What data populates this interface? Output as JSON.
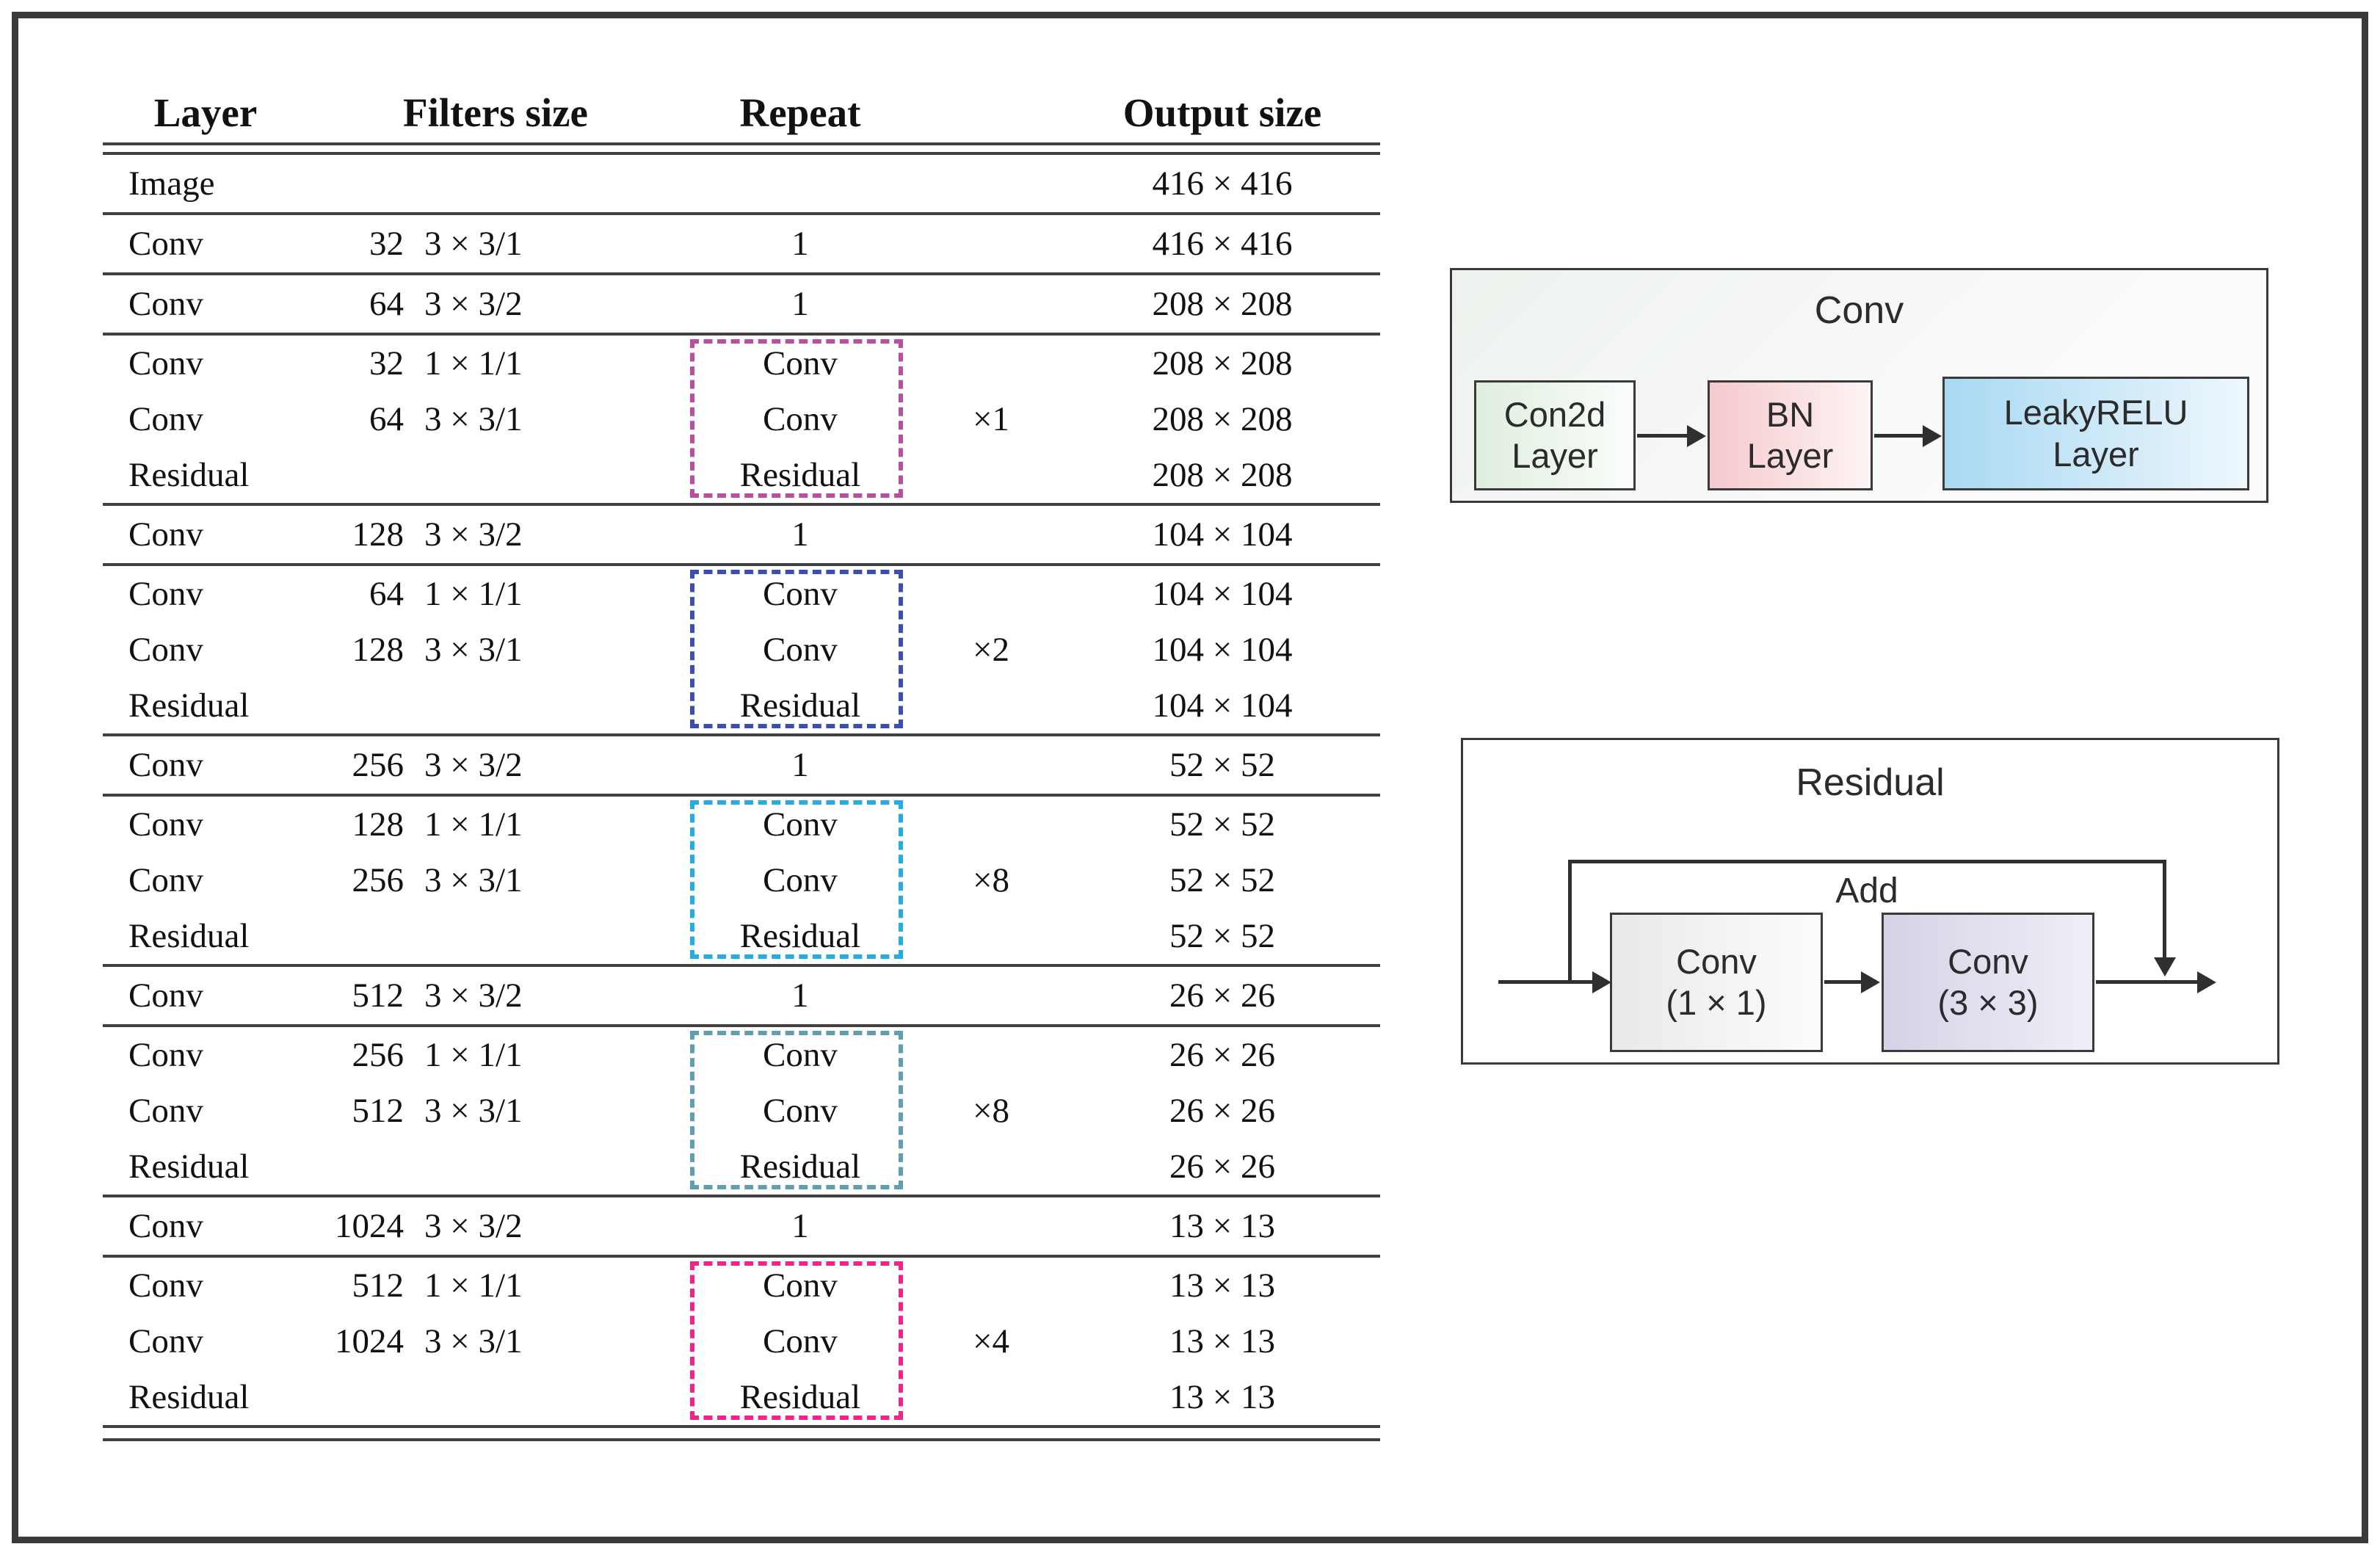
{
  "colors": {
    "frame": "#3a3a3c",
    "table_rule": "#414143",
    "arrow": "#2f2f31",
    "block1_box": "#b6509f",
    "block2_box": "#3d4db0",
    "block3_box": "#29abe2",
    "block4_box": "#5f9fae",
    "block5_box": "#f0258c"
  },
  "table": {
    "headers": {
      "layer": "Layer",
      "filters_size": "Filters size",
      "repeat": "Repeat",
      "output_size": "Output size"
    },
    "sections": [
      {
        "rows": [
          {
            "layer": "Image",
            "filters": "",
            "size": "",
            "repeat": "",
            "times": "",
            "output": "416 × 416"
          }
        ]
      },
      {
        "rows": [
          {
            "layer": "Conv",
            "filters": "32",
            "size": "3 × 3/1",
            "repeat": "1",
            "times": "",
            "output": "416 × 416"
          }
        ]
      },
      {
        "rows": [
          {
            "layer": "Conv",
            "filters": "64",
            "size": "3 × 3/2",
            "repeat": "1",
            "times": "",
            "output": "208 × 208"
          }
        ]
      },
      {
        "box_color": "#b6509f",
        "rows": [
          {
            "layer": "Conv",
            "filters": "32",
            "size": "1 × 1/1",
            "repeat": "Conv",
            "times": "",
            "output": "208 × 208"
          },
          {
            "layer": "Conv",
            "filters": "64",
            "size": "3 × 3/1",
            "repeat": "Conv",
            "times": "×1",
            "output": "208 × 208"
          },
          {
            "layer": "Residual",
            "filters": "",
            "size": "",
            "repeat": "Residual",
            "times": "",
            "output": "208 × 208"
          }
        ]
      },
      {
        "rows": [
          {
            "layer": "Conv",
            "filters": "128",
            "size": "3 × 3/2",
            "repeat": "1",
            "times": "",
            "output": "104 × 104"
          }
        ]
      },
      {
        "box_color": "#3d4db0",
        "rows": [
          {
            "layer": "Conv",
            "filters": "64",
            "size": "1 × 1/1",
            "repeat": "Conv",
            "times": "",
            "output": "104 × 104"
          },
          {
            "layer": "Conv",
            "filters": "128",
            "size": "3 × 3/1",
            "repeat": "Conv",
            "times": "×2",
            "output": "104 × 104"
          },
          {
            "layer": "Residual",
            "filters": "",
            "size": "",
            "repeat": "Residual",
            "times": "",
            "output": "104 × 104"
          }
        ]
      },
      {
        "rows": [
          {
            "layer": "Conv",
            "filters": "256",
            "size": "3 × 3/2",
            "repeat": "1",
            "times": "",
            "output": "52 × 52"
          }
        ]
      },
      {
        "box_color": "#29abe2",
        "rows": [
          {
            "layer": "Conv",
            "filters": "128",
            "size": "1 × 1/1",
            "repeat": "Conv",
            "times": "",
            "output": "52 × 52"
          },
          {
            "layer": "Conv",
            "filters": "256",
            "size": "3 × 3/1",
            "repeat": "Conv",
            "times": "×8",
            "output": "52 × 52"
          },
          {
            "layer": "Residual",
            "filters": "",
            "size": "",
            "repeat": "Residual",
            "times": "",
            "output": "52 × 52"
          }
        ]
      },
      {
        "rows": [
          {
            "layer": "Conv",
            "filters": "512",
            "size": "3 × 3/2",
            "repeat": "1",
            "times": "",
            "output": "26 × 26"
          }
        ]
      },
      {
        "box_color": "#5f9fae",
        "rows": [
          {
            "layer": "Conv",
            "filters": "256",
            "size": "1 × 1/1",
            "repeat": "Conv",
            "times": "",
            "output": "26 × 26"
          },
          {
            "layer": "Conv",
            "filters": "512",
            "size": "3 × 3/1",
            "repeat": "Conv",
            "times": "×8",
            "output": "26 × 26"
          },
          {
            "layer": "Residual",
            "filters": "",
            "size": "",
            "repeat": "Residual",
            "times": "",
            "output": "26 × 26"
          }
        ]
      },
      {
        "rows": [
          {
            "layer": "Conv",
            "filters": "1024",
            "size": "3 × 3/2",
            "repeat": "1",
            "times": "",
            "output": "13 × 13"
          }
        ]
      },
      {
        "box_color": "#f0258c",
        "rows": [
          {
            "layer": "Conv",
            "filters": "512",
            "size": "1 × 1/1",
            "repeat": "Conv",
            "times": "",
            "output": "13 × 13"
          },
          {
            "layer": "Conv",
            "filters": "1024",
            "size": "3 × 3/1",
            "repeat": "Conv",
            "times": "×4",
            "output": "13 × 13"
          },
          {
            "layer": "Residual",
            "filters": "",
            "size": "",
            "repeat": "Residual",
            "times": "",
            "output": "13 × 13"
          }
        ]
      }
    ]
  },
  "conv_diagram": {
    "title": "Conv",
    "boxes": [
      {
        "line1": "Con2d",
        "line2": "Layer",
        "from": "#dfeede",
        "to": "#fbfdfb"
      },
      {
        "line1": "BN",
        "line2": "Layer",
        "from": "#f5c9cd",
        "to": "#fdf4f4"
      },
      {
        "line1": "LeakyRELU",
        "line2": "Layer",
        "from": "#a8d9f2",
        "to": "#eef7fd"
      }
    ]
  },
  "residual_diagram": {
    "title": "Residual",
    "add_label": "Add",
    "boxes": [
      {
        "line1": "Conv",
        "line2": "(1 × 1)",
        "from": "#e9e9eb",
        "to": "#fcfcfd"
      },
      {
        "line1": "Conv",
        "line2": "(3 × 3)",
        "from": "#d6d2e6",
        "to": "#f0eef7"
      }
    ]
  }
}
